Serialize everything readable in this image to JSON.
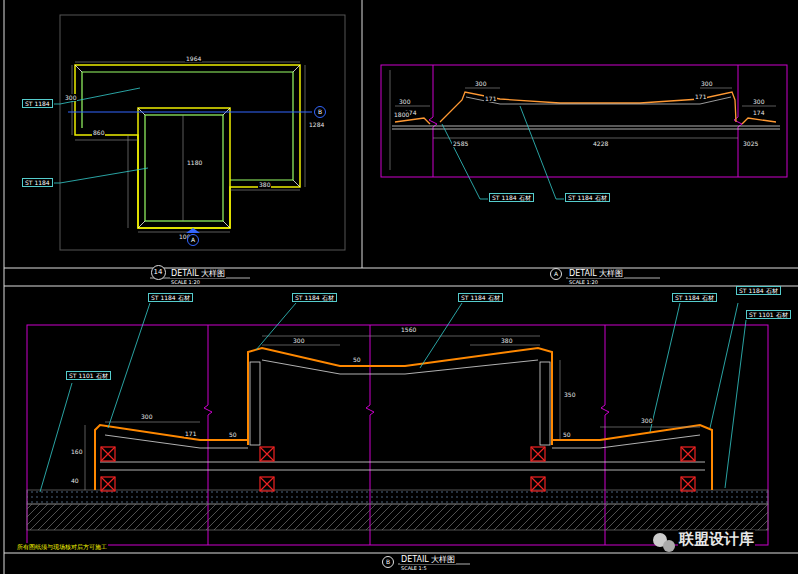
{
  "diagram": {
    "nodes": [
      {
        "text": [
          "A"
        ]
      },
      {
        "text": [
          "B"
        ]
      },
      {
        "text": [
          "14"
        ]
      },
      {
        "text": [
          "A"
        ]
      },
      {
        "text": [
          "B"
        ]
      }
    ],
    "labels": [
      "1964",
      "ST 1184",
      "ST 1184",
      "300",
      "1284",
      "860",
      "380",
      "1180",
      "1000",
      "DETAIL 大样图",
      "SCALE 1:20",
      "300",
      "174",
      "300",
      "171",
      "300",
      "171",
      "300",
      "174",
      "2585",
      "4228",
      "3025",
      "1800",
      "ST 1184 石材",
      "ST 1184 石材",
      "DETAIL 大样图",
      "SCALE 1:20",
      "ST 1184 石材",
      "ST 1184 石材",
      "ST 1184 石材",
      "ST 1184 石材",
      "ST 1184 石材",
      "ST 1101 石材",
      "ST 1101 石材",
      "300",
      "50",
      "1560",
      "380",
      "350",
      "300",
      "171",
      "50",
      "300",
      "50",
      "160",
      "40",
      "所有图纸须与现场核对后方可施工",
      "DETAIL 大样图",
      "SCALE 1:5",
      "联盟设计库"
    ]
  }
}
